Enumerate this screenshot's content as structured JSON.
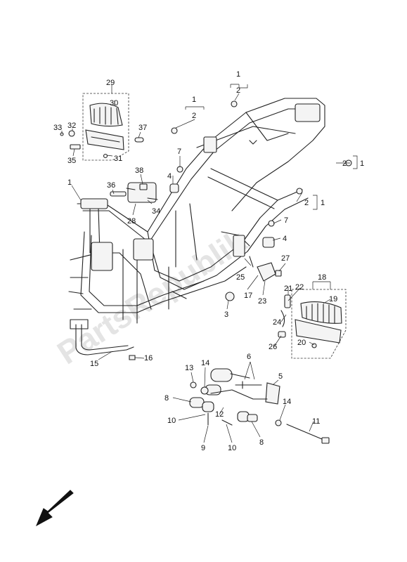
{
  "watermark": "PartsRepublik",
  "callouts": [
    {
      "id": "c1a",
      "text": "1"
    },
    {
      "id": "c2a",
      "text": "2"
    },
    {
      "id": "c1b",
      "text": "1"
    },
    {
      "id": "c2b",
      "text": "2"
    },
    {
      "id": "c2c",
      "text": "2"
    },
    {
      "id": "c1c",
      "text": "1"
    },
    {
      "id": "c2d",
      "text": "2"
    },
    {
      "id": "c1d",
      "text": "1"
    },
    {
      "id": "c29",
      "text": "29"
    },
    {
      "id": "c30",
      "text": "30"
    },
    {
      "id": "c33",
      "text": "33"
    },
    {
      "id": "c32",
      "text": "32"
    },
    {
      "id": "c37",
      "text": "37"
    },
    {
      "id": "c35",
      "text": "35"
    },
    {
      "id": "c31",
      "text": "31"
    },
    {
      "id": "c38",
      "text": "38"
    },
    {
      "id": "c36",
      "text": "36"
    },
    {
      "id": "c1e",
      "text": "1"
    },
    {
      "id": "c34",
      "text": "34"
    },
    {
      "id": "c28",
      "text": "28"
    },
    {
      "id": "c7a",
      "text": "7"
    },
    {
      "id": "c4a",
      "text": "4"
    },
    {
      "id": "c7b",
      "text": "7"
    },
    {
      "id": "c4b",
      "text": "4"
    },
    {
      "id": "c27",
      "text": "27"
    },
    {
      "id": "c25",
      "text": "25"
    },
    {
      "id": "c17",
      "text": "17"
    },
    {
      "id": "c23",
      "text": "23"
    },
    {
      "id": "c3",
      "text": "3"
    },
    {
      "id": "c18",
      "text": "18"
    },
    {
      "id": "c21",
      "text": "21"
    },
    {
      "id": "c22",
      "text": "22"
    },
    {
      "id": "c19",
      "text": "19"
    },
    {
      "id": "c24",
      "text": "24"
    },
    {
      "id": "c26",
      "text": "26"
    },
    {
      "id": "c20",
      "text": "20"
    },
    {
      "id": "c15",
      "text": "15"
    },
    {
      "id": "c16",
      "text": "16"
    },
    {
      "id": "c13",
      "text": "13"
    },
    {
      "id": "c14a",
      "text": "14"
    },
    {
      "id": "c6",
      "text": "6"
    },
    {
      "id": "c5",
      "text": "5"
    },
    {
      "id": "c8a",
      "text": "8"
    },
    {
      "id": "c12",
      "text": "12"
    },
    {
      "id": "c14b",
      "text": "14"
    },
    {
      "id": "c10a",
      "text": "10"
    },
    {
      "id": "c11",
      "text": "11"
    },
    {
      "id": "c9",
      "text": "9"
    },
    {
      "id": "c10b",
      "text": "10"
    },
    {
      "id": "c8b",
      "text": "8"
    }
  ]
}
